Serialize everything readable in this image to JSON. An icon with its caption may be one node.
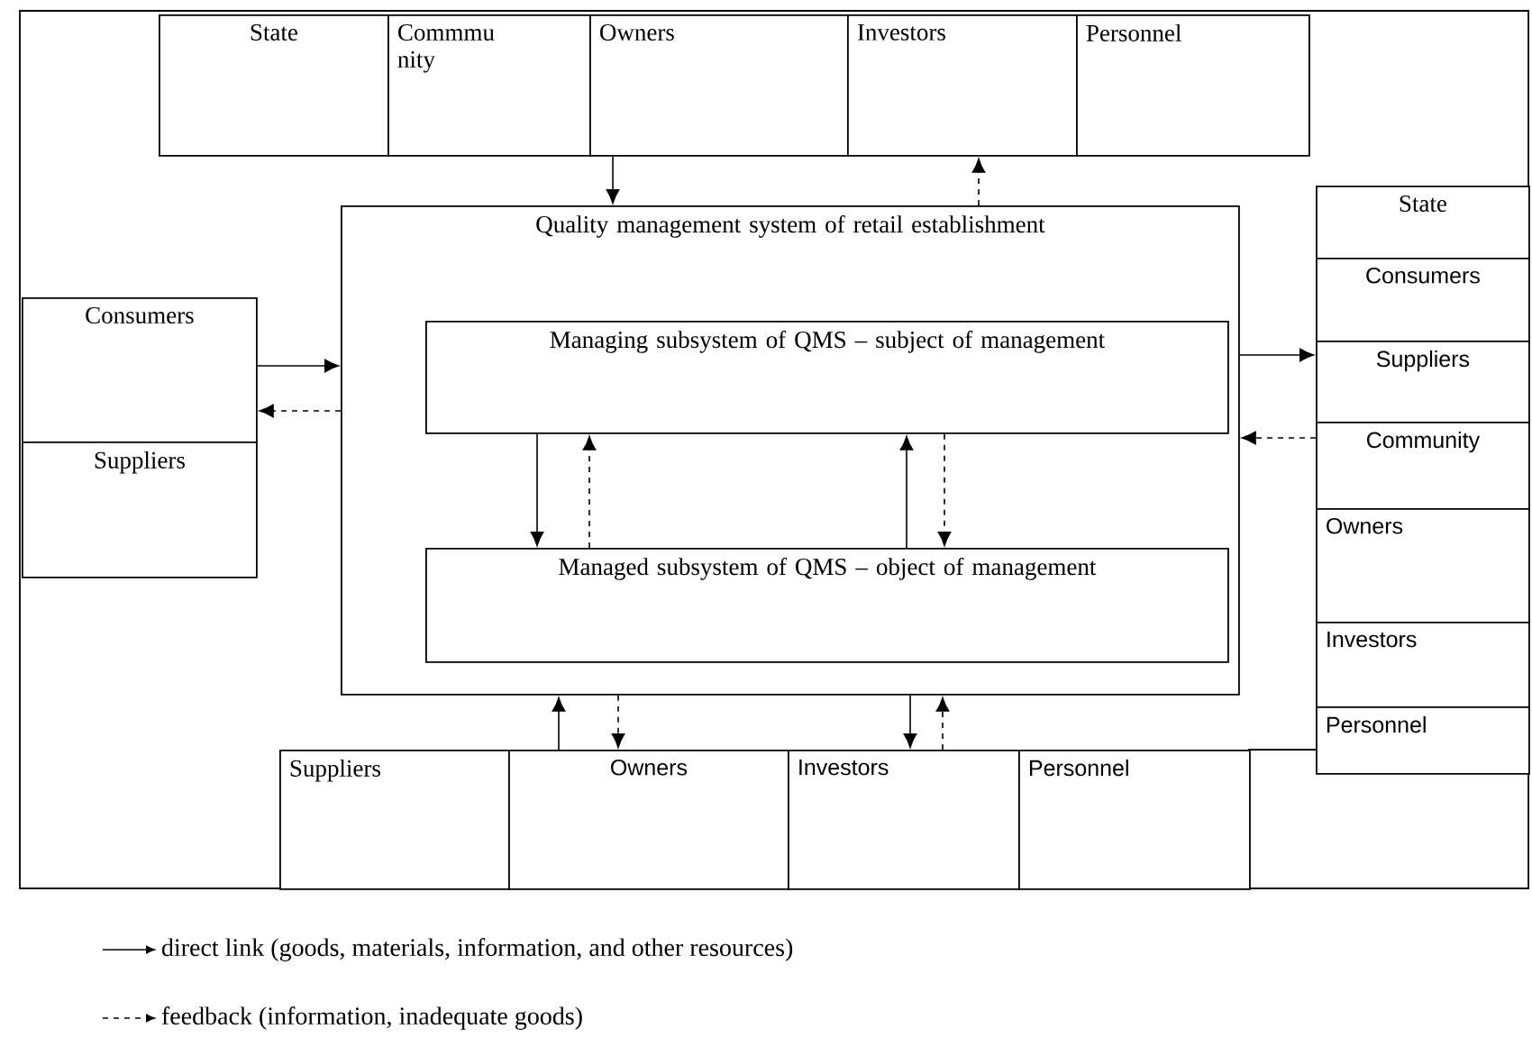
{
  "diagram": {
    "nodes": [
      {
        "text": [
          "State"
        ]
      },
      {
        "text": [
          "Commmu nity"
        ]
      },
      {
        "text": [
          "Owners"
        ]
      },
      {
        "text": [
          "Investors"
        ]
      },
      {
        "text": [
          "Personnel"
        ]
      },
      {
        "text": [
          "Quality management system of retail establishment"
        ]
      },
      {
        "text": [
          "Managing subsystem of QMS – subject of management"
        ],
        "in": 5
      },
      {
        "text": [
          "Managed subsystem of QMS – object of management"
        ],
        "in": 5
      },
      {
        "text": [
          "Consumers"
        ]
      },
      {
        "text": [
          "Suppliers"
        ]
      },
      {
        "text": [
          "State"
        ]
      },
      {
        "text": [
          "Consumers"
        ]
      },
      {
        "text": [
          "Suppliers"
        ]
      },
      {
        "text": [
          "Community"
        ]
      },
      {
        "text": [
          "Owners"
        ]
      },
      {
        "text": [
          "Investors"
        ]
      },
      {
        "text": [
          "Personnel"
        ]
      },
      {
        "text": [
          "Suppliers"
        ]
      },
      {
        "text": [
          "Owners"
        ]
      },
      {
        "text": [
          "Investors"
        ]
      },
      {
        "text": [
          "Personnel"
        ]
      }
    ],
    "edges": [
      {
        "from": 2,
        "to": 5,
        "arrow": "to"
      },
      {
        "from": 5,
        "to": 3,
        "arrow": "to",
        "style": "dashed"
      },
      {
        "from": 8,
        "to": 5,
        "arrow": "to"
      },
      {
        "from": 5,
        "to": 8,
        "arrow": "to",
        "style": "dashed"
      },
      {
        "from": 5,
        "to": 12,
        "arrow": "to"
      },
      {
        "from": 13,
        "to": 5,
        "arrow": "to",
        "style": "dashed"
      },
      {
        "from": 6,
        "to": 7,
        "arrow": "to"
      },
      {
        "from": 7,
        "to": 6,
        "arrow": "to",
        "style": "dashed"
      },
      {
        "from": 7,
        "to": 6,
        "arrow": "to"
      },
      {
        "from": 6,
        "to": 7,
        "arrow": "to",
        "style": "dashed"
      },
      {
        "from": 18,
        "to": 5,
        "arrow": "to"
      },
      {
        "from": 5,
        "to": 18,
        "arrow": "to",
        "style": "dashed"
      },
      {
        "from": 5,
        "to": 19,
        "arrow": "to"
      },
      {
        "from": 19,
        "to": 5,
        "arrow": "to",
        "style": "dashed"
      }
    ],
    "legend": [
      {
        "text": "direct link (goods, materials, information, and other resources)"
      },
      {
        "text": "feedback (information, inadequate goods)"
      }
    ]
  }
}
